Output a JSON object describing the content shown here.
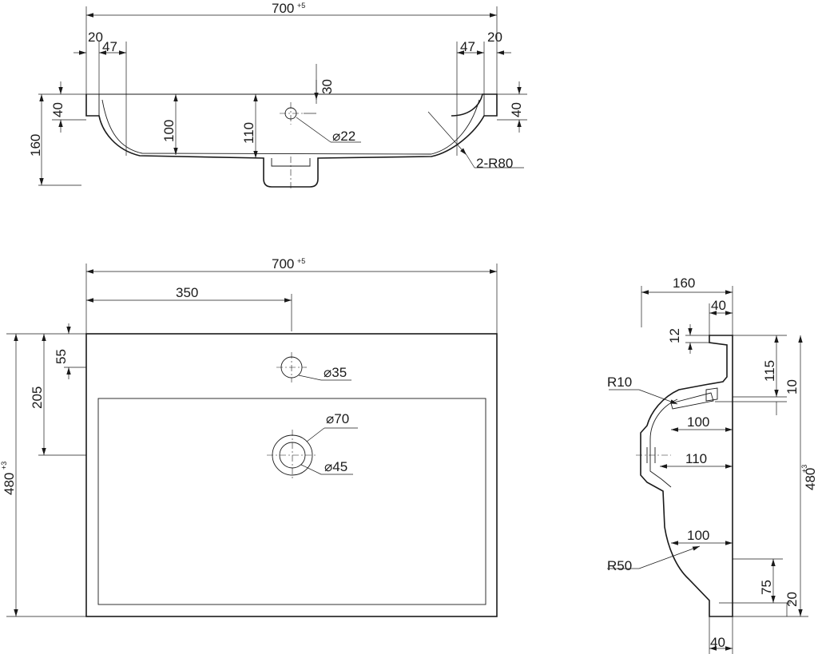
{
  "top_view": {
    "width": "700",
    "tol": "+5",
    "left_edge": "20",
    "left_inner": "47",
    "right_edge": "20",
    "right_inner": "47",
    "hole_offset": "30",
    "hole_diameter": "⌀22",
    "height_left": "40",
    "height_total": "160",
    "depth_a": "100",
    "depth_b": "110",
    "height_right": "40",
    "corner_radius": "2-R80"
  },
  "plan_view": {
    "width": "700",
    "width_tol": "+5",
    "tap_offset": "350",
    "edge_offset": "55",
    "bowl_offset": "205",
    "depth": "480",
    "depth_tol": "+3",
    "tap_hole": "⌀35",
    "drain_outer": "⌀70",
    "drain_inner": "⌀45"
  },
  "side_view": {
    "total_width": "160",
    "rim_width": "40",
    "lip_height": "12",
    "upper_height": "115",
    "small_step": "10",
    "radius_top": "R10",
    "inner_a": "100",
    "inner_b": "110",
    "inner_c": "100",
    "radius_bottom": "R50",
    "depth": "480",
    "depth_tol": "+3",
    "bottom_a": "75",
    "bottom_b": "20",
    "base_width": "40"
  }
}
